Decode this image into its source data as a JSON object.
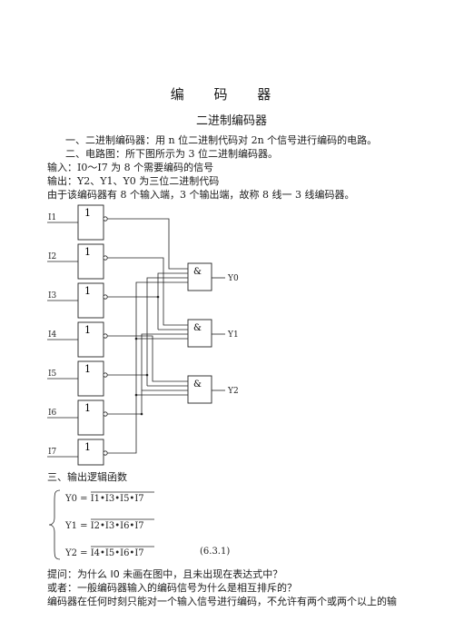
{
  "title": "编 码 器",
  "subtitle": "二进制编码器",
  "paragraphs": {
    "p1": "一、二进制编码器：用 n 位二进制代码对 2n 个信号进行编码的电路。",
    "p2": "二、电路图：所下图所示为 3 位二进制编码器。",
    "p3": "输入：I0～I7 为 8 个需要编码的信号",
    "p4": "输出：Y2、Y1、Y0 为三位二进制代码",
    "p5": "由于该编码器有 8 个输入端，3 个输出端，故称 8 线一 3 线编码器。"
  },
  "circuit": {
    "inputs": [
      "I1",
      "I2",
      "I3",
      "I4",
      "I5",
      "I6",
      "I7"
    ],
    "inverter_label": "1",
    "and_label": "&",
    "outputs": [
      "Y0",
      "Y1",
      "Y2"
    ]
  },
  "section3": "三、输出逻辑函数",
  "equations": {
    "y0": "Y0 = I1•I3•I5•I7",
    "y1": "Y1 = I2•I3•I6•I7",
    "y2": "Y2 = I4•I5•I6•I7",
    "number": "(6.3.1)"
  },
  "q1": "提问：为什么 I0 未画在图中，且未出现在表达式中？",
  "q2": "或者：一般编码器输入的编码信号为什么是相互排斥的？",
  "q3": "编码器在任何时刻只能对一个输入信号进行编码，不允许有两个或两个以上的输"
}
